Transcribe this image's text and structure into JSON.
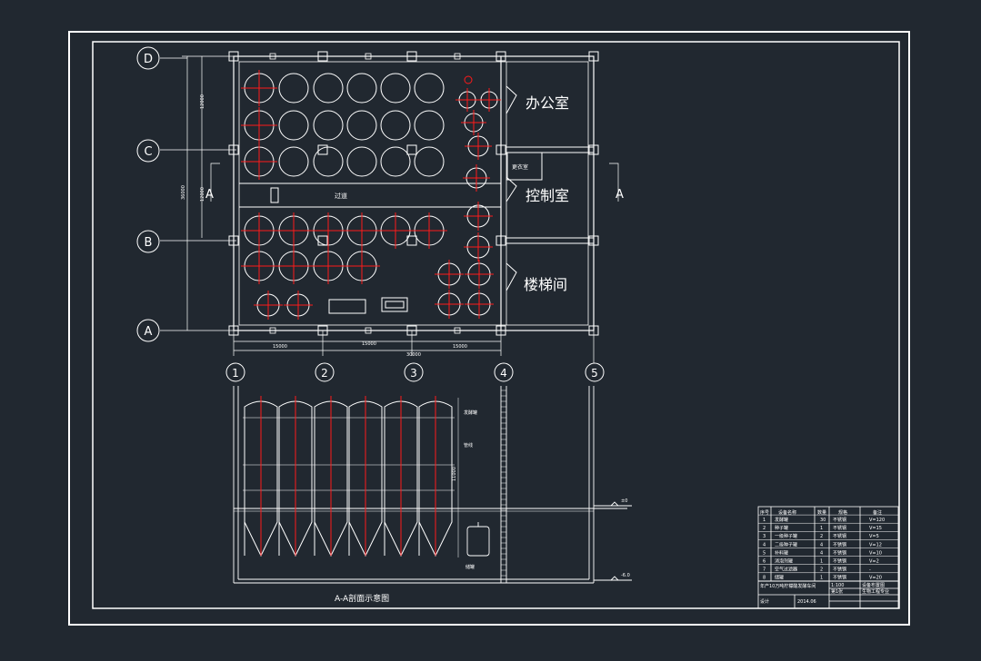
{
  "grid": {
    "rows": [
      "A",
      "B",
      "C",
      "D"
    ],
    "cols": [
      "1",
      "2",
      "3",
      "4",
      "5"
    ]
  },
  "rooms": {
    "office": "办公室",
    "control": "控制室",
    "stair": "楼梯间",
    "aisle": "过道",
    "small_room": "更衣室"
  },
  "section_marker": "A",
  "dims": {
    "bay_1": "15000",
    "bay_2": "15000",
    "bay_3": "15000",
    "total_width": "30000",
    "vertical_total": "36000",
    "vertical_top": "12000",
    "vertical_mid": "12000"
  },
  "section": {
    "caption": "A-A剖面示意图",
    "level_top": "±0",
    "level_bottom": "-6.0",
    "tank_label": "发酵罐",
    "pipe_label": "管线",
    "tank_height": "11000",
    "small_tank_label": "储罐"
  },
  "title_block": {
    "headers": [
      "序号",
      "设备名称",
      "数量",
      "规格",
      "备注"
    ],
    "rows": [
      [
        "1",
        "发酵罐",
        "30",
        "不锈钢",
        "V=120"
      ],
      [
        "2",
        "种子罐",
        "1",
        "不锈钢",
        "V=15"
      ],
      [
        "3",
        "一级种子罐",
        "2",
        "不锈钢",
        "V=5"
      ],
      [
        "4",
        "二级种子罐",
        "4",
        "不锈钢",
        "V=12"
      ],
      [
        "5",
        "补料罐",
        "4",
        "不锈钢",
        "V=10"
      ],
      [
        "6",
        "消泡剂罐",
        "1",
        "不锈钢",
        "V=2"
      ],
      [
        "7",
        "空气过滤器",
        "2",
        "不锈钢",
        "-"
      ],
      [
        "8",
        "储罐",
        "1",
        "不锈钢",
        "V=20"
      ]
    ],
    "footer": {
      "project": "年产10万吨柠檬酸发酵车间",
      "drawing": "设备布置图",
      "scale": "1:100",
      "sheet": "第1张",
      "designer": "设计",
      "date": "2014.06",
      "school": "生物工程专业"
    }
  },
  "colors": {
    "background": "#212830",
    "line": "#ffffff",
    "center_line": "#ff1a1a"
  }
}
